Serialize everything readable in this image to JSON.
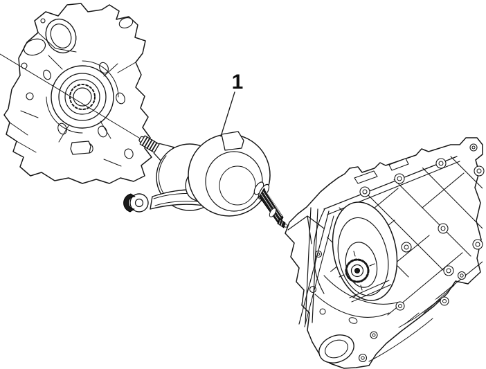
{
  "figure": {
    "background": "#ffffff",
    "line_color": "#161616",
    "callouts": [
      {
        "label": "1",
        "target": "crankshaft-assembly"
      }
    ],
    "parts": [
      {
        "name": "crankcase-half-left"
      },
      {
        "name": "crankshaft-assembly"
      },
      {
        "name": "crankcase-half-right"
      }
    ]
  }
}
